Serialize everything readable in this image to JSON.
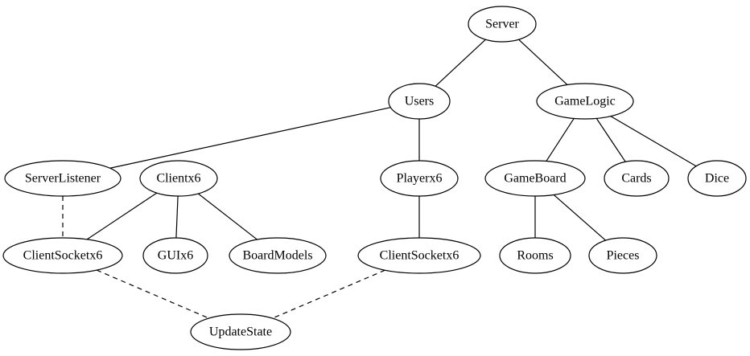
{
  "nodes": {
    "server": {
      "label": "Server"
    },
    "users": {
      "label": "Users"
    },
    "gamelogic": {
      "label": "GameLogic"
    },
    "serverlistener": {
      "label": "ServerListener"
    },
    "client": {
      "label": "Clientx6"
    },
    "player": {
      "label": "Playerx6"
    },
    "gameboard": {
      "label": "GameBoard"
    },
    "cards": {
      "label": "Cards"
    },
    "dice": {
      "label": "Dice"
    },
    "clientsocket_left": {
      "label": "ClientSocketx6"
    },
    "gui": {
      "label": "GUIx6"
    },
    "boardmodels": {
      "label": "BoardModels"
    },
    "clientsocket_right": {
      "label": "ClientSocketx6"
    },
    "rooms": {
      "label": "Rooms"
    },
    "pieces": {
      "label": "Pieces"
    },
    "updatestate": {
      "label": "UpdateState"
    }
  },
  "edges": [
    {
      "from": "server",
      "to": "users",
      "style": "solid"
    },
    {
      "from": "server",
      "to": "gamelogic",
      "style": "solid"
    },
    {
      "from": "users",
      "to": "serverlistener",
      "style": "solid"
    },
    {
      "from": "users",
      "to": "player",
      "style": "solid"
    },
    {
      "from": "gamelogic",
      "to": "gameboard",
      "style": "solid"
    },
    {
      "from": "gamelogic",
      "to": "cards",
      "style": "solid"
    },
    {
      "from": "gamelogic",
      "to": "dice",
      "style": "solid"
    },
    {
      "from": "serverlistener",
      "to": "clientsocket_left",
      "style": "dashed"
    },
    {
      "from": "client",
      "to": "clientsocket_left",
      "style": "solid"
    },
    {
      "from": "client",
      "to": "gui",
      "style": "solid"
    },
    {
      "from": "client",
      "to": "boardmodels",
      "style": "solid"
    },
    {
      "from": "player",
      "to": "clientsocket_right",
      "style": "solid"
    },
    {
      "from": "gameboard",
      "to": "rooms",
      "style": "solid"
    },
    {
      "from": "gameboard",
      "to": "pieces",
      "style": "solid"
    },
    {
      "from": "clientsocket_left",
      "to": "updatestate",
      "style": "dashed"
    },
    {
      "from": "clientsocket_right",
      "to": "updatestate",
      "style": "dashed"
    }
  ]
}
